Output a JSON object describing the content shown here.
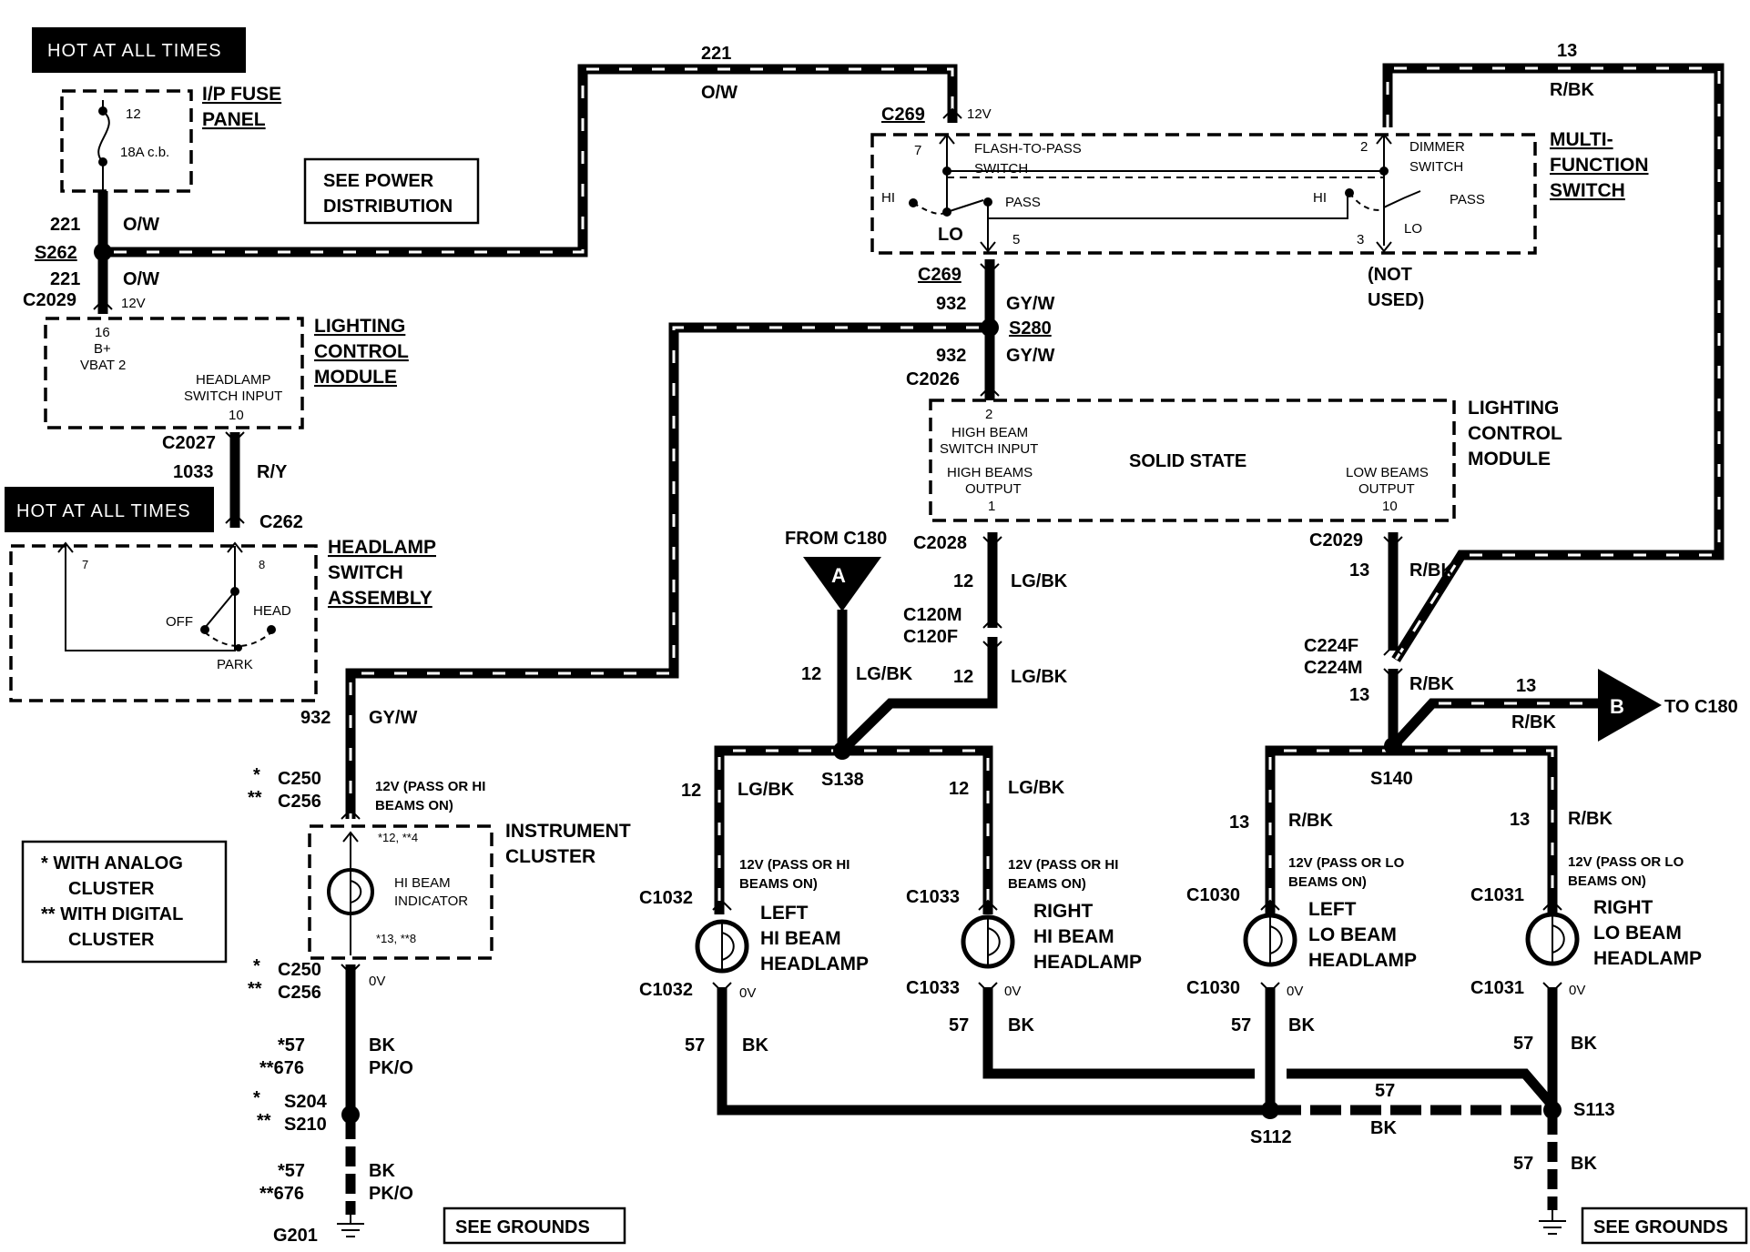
{
  "labels": {
    "hot1": "HOT AT ALL TIMES",
    "hot2": "HOT AT ALL TIMES",
    "fuse_panel_1": "I/P FUSE",
    "fuse_panel_2": "PANEL",
    "fuse_num": "12",
    "fuse_rating": "18A c.b.",
    "see_power_1": "SEE POWER",
    "see_power_2": "DISTRIBUTION",
    "w221a": "221",
    "ow_a": "O/W",
    "s262": "S262",
    "w221b": "221",
    "ow_b": "O/W",
    "c2029_left": "C2029",
    "v12_left": "12V",
    "lcm_left_pin": "16",
    "lcm_left_bplus": "B+",
    "lcm_left_vbat": "VBAT 2",
    "lcm_left_hsi1": "HEADLAMP",
    "lcm_left_hsi2": "SWITCH INPUT",
    "lcm_left_pin10": "10",
    "lcm_left_1": "LIGHTING",
    "lcm_left_2": "CONTROL",
    "lcm_left_3": "MODULE",
    "c2027": "C2027",
    "w1033": "1033",
    "ry": "R/Y",
    "c262": "C262",
    "hs_pin7": "7",
    "hs_pin8": "8",
    "hs_off": "OFF",
    "hs_head": "HEAD",
    "hs_park": "PARK",
    "hs_1": "HEADLAMP",
    "hs_2": "SWITCH",
    "hs_3": "ASSEMBLY",
    "top221": "221",
    "top_ow": "O/W",
    "top13": "13",
    "top_rbk": "R/BK",
    "c269_top": "C269",
    "v12_top": "12V",
    "mfs_pin7": "7",
    "mfs_ftp1": "FLASH-TO-PASS",
    "mfs_ftp2": "SWITCH",
    "mfs_pin2": "2",
    "mfs_dim1": "DIMMER",
    "mfs_dim2": "SWITCH",
    "mfs_hi_l": "HI",
    "mfs_pass_l": "PASS",
    "mfs_lo_l": "LO",
    "mfs_pin5": "5",
    "mfs_hi_r": "HI",
    "mfs_pass_r": "PASS",
    "mfs_lo_r": "LO",
    "mfs_pin3": "3",
    "mfs_1": "MULTI-",
    "mfs_2": "FUNCTION",
    "mfs_3": "SWITCH",
    "not_used_1": "(NOT",
    "not_used_2": "USED)",
    "c269_bot": "C269",
    "w932a": "932",
    "gyw_a": "GY/W",
    "s280": "S280",
    "w932b": "932",
    "gyw_b": "GY/W",
    "c2026": "C2026",
    "ss_pin2": "2",
    "ss_hbsi1": "HIGH BEAM",
    "ss_hbsi2": "SWITCH INPUT",
    "ss_hbo1": "HIGH BEAMS",
    "ss_hbo2": "OUTPUT",
    "ss_pin1": "1",
    "ss_solid": "SOLID STATE",
    "ss_lbo1": "LOW BEAMS",
    "ss_lbo2": "OUTPUT",
    "ss_pin10": "10",
    "lcm_right_1": "LIGHTING",
    "lcm_right_2": "CONTROL",
    "lcm_right_3": "MODULE",
    "from_c180": "FROM C180",
    "conn_a": "A",
    "c2028": "C2028",
    "w12a": "12",
    "lgbk_a": "LG/BK",
    "c120m": "C120M",
    "c120f": "C120F",
    "w12b": "12",
    "lgbk_b": "LG/BK",
    "w12c": "12",
    "lgbk_c": "LG/BK",
    "s138": "S138",
    "c2029_right": "C2029",
    "w13a": "13",
    "rbk_a": "R/BK",
    "c224f": "C224F",
    "c224m": "C224M",
    "w13b": "13",
    "rbk_b": "R/BK",
    "w13_to": "13",
    "rbk_to": "R/BK",
    "conn_b": "B",
    "to_c180": "TO C180",
    "s140": "S140",
    "w932c": "932",
    "gyw_c": "GY/W",
    "c250a_star": "*",
    "c250a": "C250",
    "c256a_star": "**",
    "c256a": "C256",
    "ic_12v1": "12V (PASS OR HI",
    "ic_12v2": "BEAMS ON)",
    "ic_pin_top": "*12, **4",
    "ic_hb1": "HI BEAM",
    "ic_hb2": "INDICATOR",
    "ic_pin_bot": "*13, **8",
    "ic_1": "INSTRUMENT",
    "ic_2": "CLUSTER",
    "legend_1": "*  WITH ANALOG",
    "legend_2": "CLUSTER",
    "legend_3": "** WITH DIGITAL",
    "legend_4": "CLUSTER",
    "c250b_star": "*",
    "c250b": "C250",
    "c256b_star": "**",
    "c256b": "C256",
    "v0_ic": "0V",
    "w57a": "*57",
    "bk_a": "BK",
    "w676a": "**676",
    "pko_a": "PK/O",
    "s204_star": "*",
    "s204": "S204",
    "s210_star": "**",
    "s210": "S210",
    "w57b": "*57",
    "bk_b": "BK",
    "w676b": "**676",
    "pko_b": "PK/O",
    "g201": "G201",
    "see_grounds_l": "SEE GROUNDS",
    "lhb_w12": "12",
    "lhb_lgbk": "LG/BK",
    "lhb_12v1": "12V (PASS OR HI",
    "lhb_12v2": "BEAMS ON)",
    "lhb_c_top": "C1032",
    "lhb_1": "LEFT",
    "lhb_2": "HI BEAM",
    "lhb_3": "HEADLAMP",
    "lhb_c_bot": "C1032",
    "lhb_0v": "0V",
    "lhb_w57": "57",
    "lhb_bk": "BK",
    "rhb_w12": "12",
    "rhb_lgbk": "LG/BK",
    "rhb_12v1": "12V (PASS OR HI",
    "rhb_12v2": "BEAMS ON)",
    "rhb_c_top": "C1033",
    "rhb_1": "RIGHT",
    "rhb_2": "HI BEAM",
    "rhb_3": "HEADLAMP",
    "rhb_c_bot": "C1033",
    "rhb_0v": "0V",
    "rhb_w57": "57",
    "rhb_bk": "BK",
    "llb_w13": "13",
    "llb_rbk": "R/BK",
    "llb_12v1": "12V (PASS OR LO",
    "llb_12v2": "BEAMS ON)",
    "llb_c_top": "C1030",
    "llb_1": "LEFT",
    "llb_2": "LO BEAM",
    "llb_3": "HEADLAMP",
    "llb_c_bot": "C1030",
    "llb_0v": "0V",
    "llb_w57": "57",
    "llb_bk": "BK",
    "rlb_w13": "13",
    "rlb_rbk": "R/BK",
    "rlb_12v1": "12V (PASS OR LO",
    "rlb_12v2": "BEAMS ON)",
    "rlb_c_top": "C1031",
    "rlb_1": "RIGHT",
    "rlb_2": "LO BEAM",
    "rlb_3": "HEADLAMP",
    "rlb_c_bot": "C1031",
    "rlb_0v": "0V",
    "rlb_w57": "57",
    "rlb_bk": "BK",
    "gnd_w57": "57",
    "gnd_bk": "BK",
    "s112": "S112",
    "s113": "S113",
    "gnd2_w57": "57",
    "gnd2_bk": "BK",
    "see_grounds_r": "SEE GROUNDS"
  }
}
